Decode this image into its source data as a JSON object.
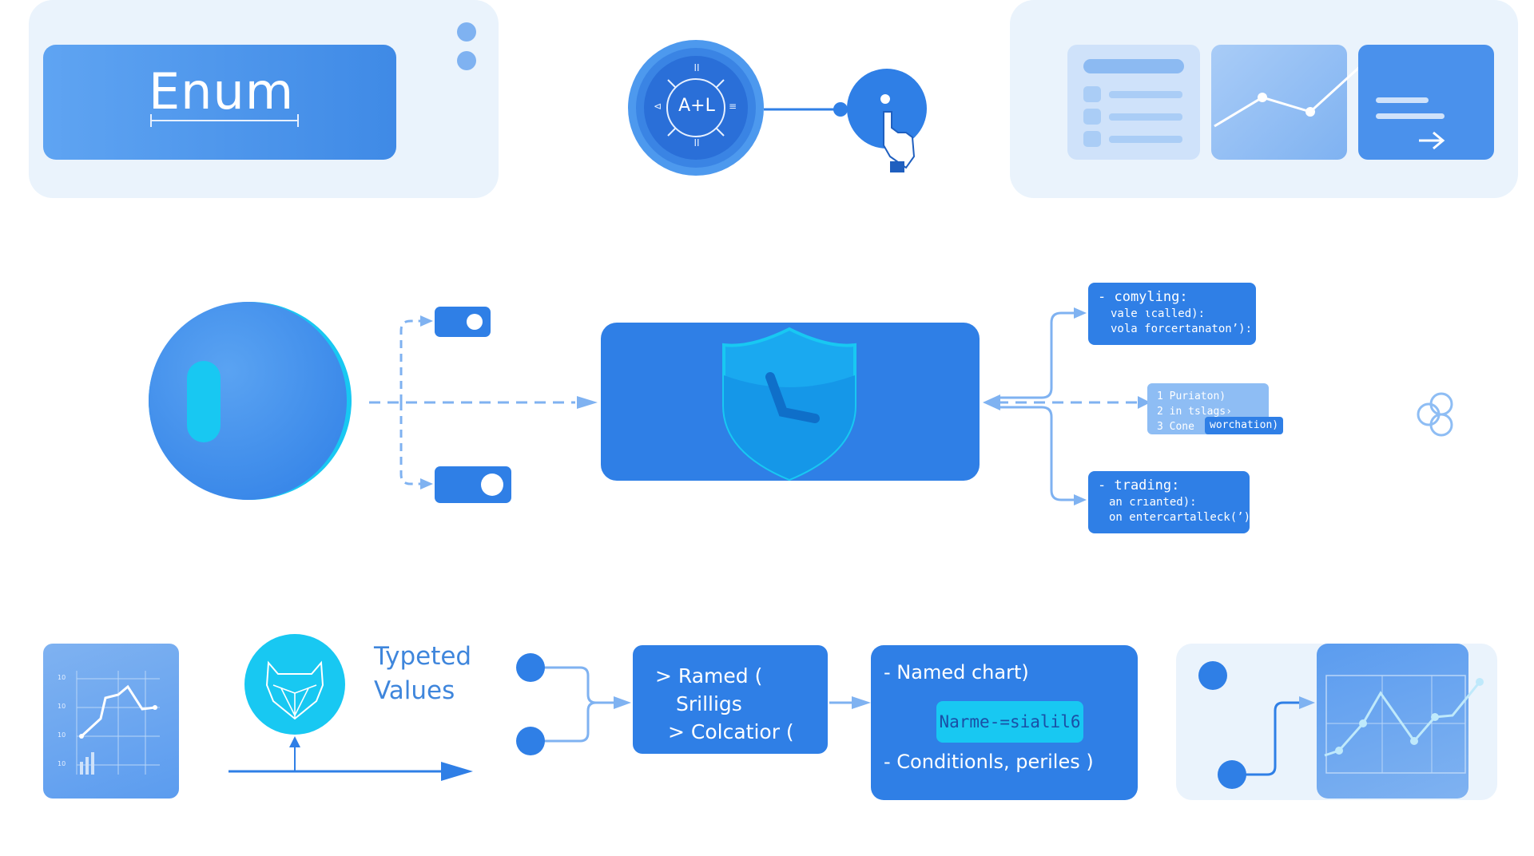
{
  "top": {
    "enum_title": "Enum",
    "badge": {
      "center": "A+L",
      "top": "II",
      "bottom": "II",
      "left": "⊲",
      "right": "≡"
    }
  },
  "middle": {
    "code_box_1": {
      "line1": "- comyling:",
      "line2": "vale ιcalled):",
      "line3": "vola forcertanaton’):"
    },
    "code_box_2": {
      "line1": "1 Puriaton)",
      "line2": "2 in tslags›",
      "line3": "3 Cone",
      "tag": "worchation)"
    },
    "code_box_3": {
      "line1": "- trading:",
      "line2": "an crıanted):",
      "line3": "on entercartalleck(’):"
    }
  },
  "bottom": {
    "typed_values_line1": "Typeted",
    "typed_values_line2": "Values",
    "ramed_box": {
      "line1": "> Ramed (",
      "line2": "Srilligs",
      "line3": "> Colcatior ("
    },
    "named_box": {
      "line1": "- Named chart)",
      "pill": "Narme-=sialil6",
      "line3": "- Conditionls, periles )"
    },
    "mini_chart_ticks": [
      "10",
      "10",
      "10",
      "10"
    ]
  },
  "colors": {
    "primary": "#2f7fe6",
    "light_panel": "#eaf3fc",
    "cyan": "#18c8f2",
    "pale_blue": "#9cc4f5"
  }
}
